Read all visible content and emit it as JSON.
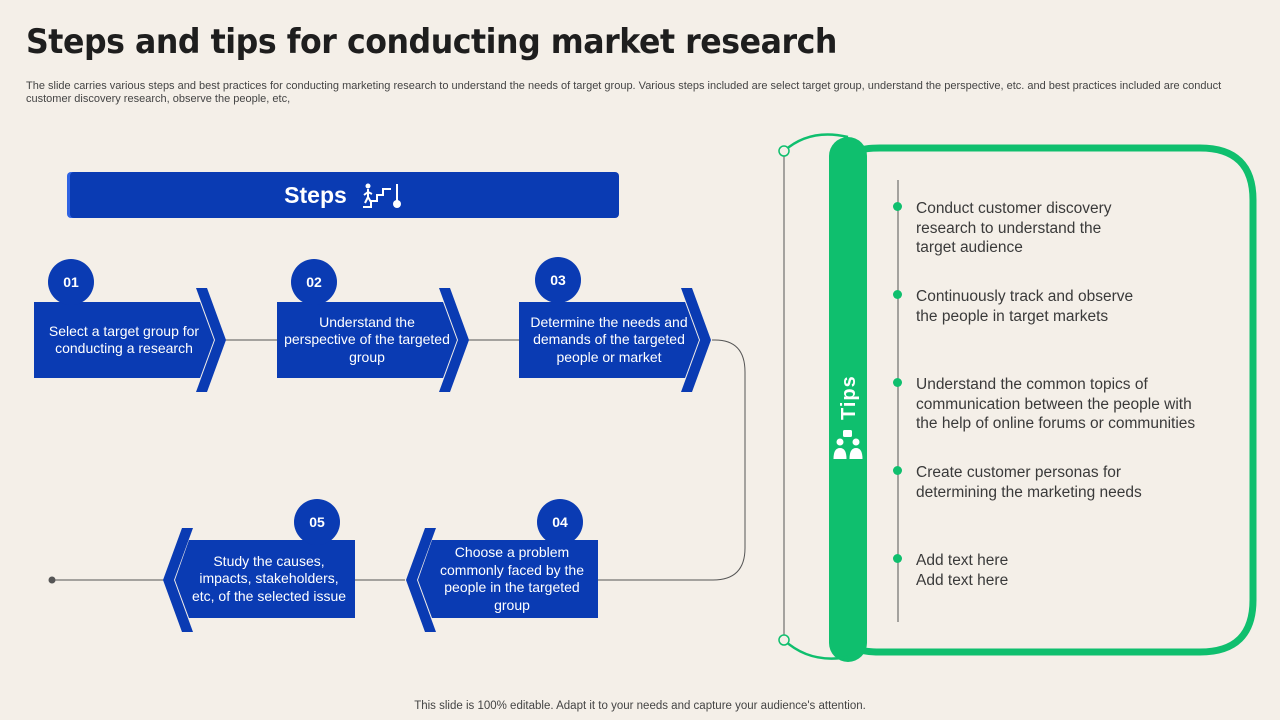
{
  "title": "Steps and tips for conducting market research",
  "subtitle": "The slide carries various steps and best practices for conducting marketing research to understand the needs of target group. Various steps included are select target group, understand the perspective, etc. and best practices included are conduct customer discovery research, observe the people, etc,",
  "steps_header": {
    "label": "Steps",
    "icon": "stairs-goal-icon"
  },
  "steps": [
    {
      "number": "01",
      "text": "Select a target group for conducting a research"
    },
    {
      "number": "02",
      "text": "Understand the perspective of the targeted group"
    },
    {
      "number": "03",
      "text": "Determine the needs and demands of the targeted people or market"
    },
    {
      "number": "04",
      "text": "Choose a problem commonly faced by the people in the targeted group"
    },
    {
      "number": "05",
      "text": "Study the causes, impacts, stakeholders, etc, of the selected issue"
    }
  ],
  "tips_header": {
    "label": "Tips",
    "icon": "people-group-icon"
  },
  "tips": [
    "Conduct customer discovery research to understand the target audience",
    "Continuously track and observe the people in target markets",
    "Understand the common topics of communication between the people with the help of online forums or communities",
    "Create customer personas for determining the marketing needs",
    "Add text here Add text here"
  ],
  "footer": "This slide is 100% editable. Adapt it to your needs and capture your audience's attention.",
  "colors": {
    "blue": "#0a3bb3",
    "green": "#0fbf6e",
    "background": "#f4efe8"
  }
}
